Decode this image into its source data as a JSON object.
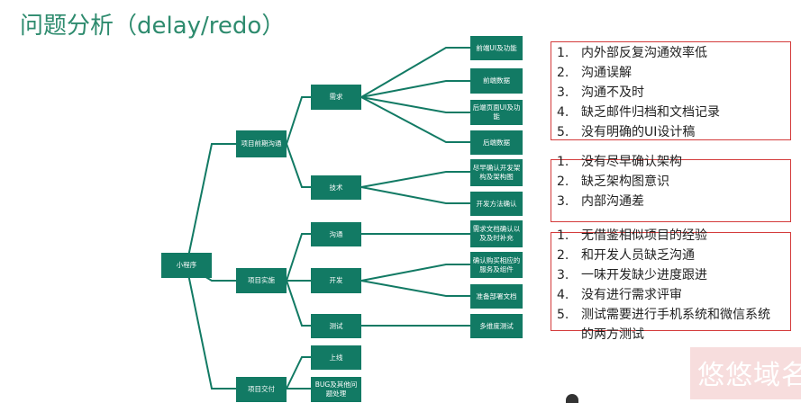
{
  "title": "问题分析（delay/redo）",
  "tree": {
    "root": "小程序",
    "level1": [
      "项目前期沟通",
      "项目实施",
      "项目交付"
    ],
    "level2": [
      "需求",
      "技术",
      "沟通",
      "开发",
      "测试",
      "上线",
      "BUG及其他问题处理"
    ],
    "level3": [
      "前端UI及功能",
      "前端数据",
      "后端页面UI及功能",
      "后端数据",
      "尽早确认开发架构及架构图",
      "开发方法确认",
      "需求文档确认以及及时补充",
      "确认购买相应的服务及组件",
      "准备部署文档",
      "多维度测试"
    ]
  },
  "problem_lists": [
    [
      "内外部反复沟通效率低",
      "沟通误解",
      "沟通不及时",
      "缺乏邮件归档和文档记录",
      "没有明确的UI设计稿"
    ],
    [
      "没有尽早确认架构",
      "缺乏架构图意识",
      "内部沟通差"
    ],
    [
      "无借鉴相似项目的经验",
      "和开发人员缺乏沟通",
      "一味开发缺少进度跟进",
      "没有进行需求评审",
      "测试需要进行手机系统和微信系统的两方测试"
    ]
  ],
  "watermark": "悠悠域名",
  "colors": {
    "node": "#127a64",
    "line": "#127a64",
    "title": "#2e8b6e",
    "box_border": "#d43b3b"
  }
}
